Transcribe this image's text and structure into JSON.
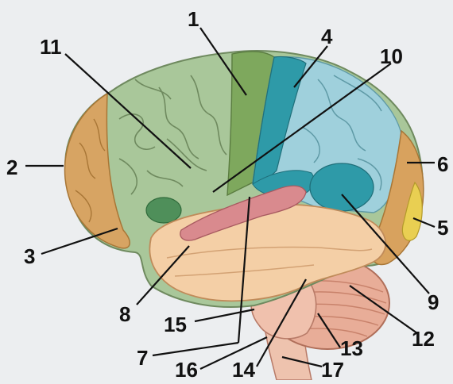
{
  "diagram": {
    "labels": [
      {
        "id": "1",
        "text": "1"
      },
      {
        "id": "2",
        "text": "2"
      },
      {
        "id": "3",
        "text": "3"
      },
      {
        "id": "4",
        "text": "4"
      },
      {
        "id": "5",
        "text": "5"
      },
      {
        "id": "6",
        "text": "6"
      },
      {
        "id": "7",
        "text": "7"
      },
      {
        "id": "8",
        "text": "8"
      },
      {
        "id": "9",
        "text": "9"
      },
      {
        "id": "10",
        "text": "10"
      },
      {
        "id": "11",
        "text": "11"
      },
      {
        "id": "12",
        "text": "12"
      },
      {
        "id": "13",
        "text": "13"
      },
      {
        "id": "14",
        "text": "14"
      },
      {
        "id": "15",
        "text": "15"
      },
      {
        "id": "16",
        "text": "16"
      },
      {
        "id": "17",
        "text": "17"
      }
    ]
  },
  "colors": {
    "background": "#eceef0",
    "frontal_lobe": "#a9c79a",
    "prefrontal": "#d7a463",
    "motor_strip": "#7ea85d",
    "parietal": "#9fd0dc",
    "parietal_dark": "#2e9aa8",
    "occipital": "#d8a25e",
    "occipital_yellow": "#e9cf52",
    "temporal": "#f4cfa6",
    "insula_pink": "#d98a8e",
    "cerebellum": "#e8ad98",
    "brainstem": "#eec3ae",
    "leader_line": "#111111"
  }
}
